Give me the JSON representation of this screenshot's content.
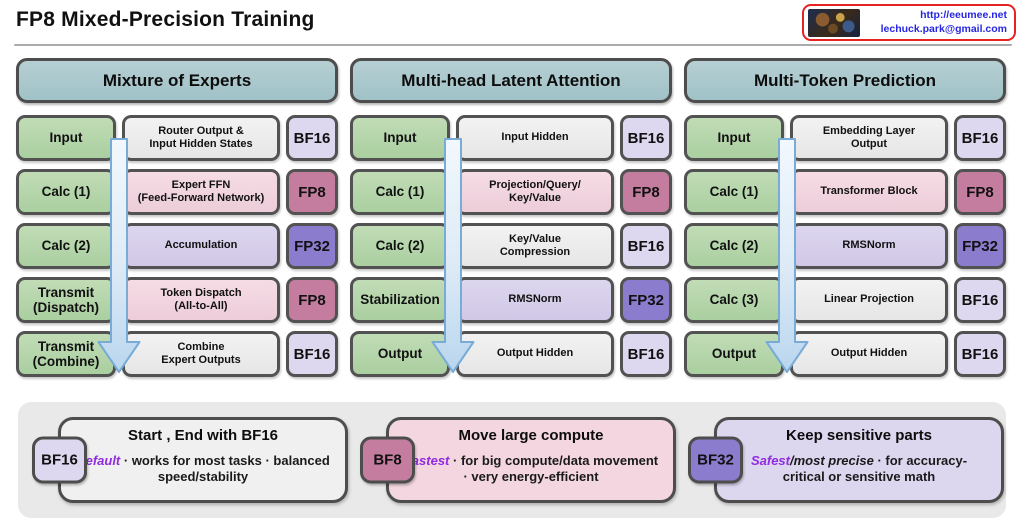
{
  "page_title": "FP8 Mixed-Precision Training",
  "logo": {
    "url_text": "http://eeumee.net",
    "email_text": "lechuck.park@gmail.com"
  },
  "colors": {
    "header_teal": "#a8c6ca",
    "label_green": "#b4d5a9",
    "desc_gray": "#ededed",
    "desc_pink": "#f2d5df",
    "desc_lavender": "#d7d0ea",
    "chip_bf16": "#ded7f0",
    "chip_fp8": "#c47d9e",
    "chip_fp32": "#8b7cce",
    "highlight_purple": "#8f2be0",
    "arrow_blue": "#78abd6",
    "logo_border_red": "#e62222",
    "logo_text_blue": "#2626e0"
  },
  "columns": [
    {
      "header": "Mixture of Experts",
      "rows": [
        {
          "label": "Input",
          "desc": "Router Output &\nInput Hidden States",
          "format": "BF16"
        },
        {
          "label": "Calc (1)",
          "desc": "Expert FFN\n(Feed-Forward Network)",
          "format": "FP8"
        },
        {
          "label": "Calc (2)",
          "desc": "Accumulation",
          "format": "FP32"
        },
        {
          "label": "Transmit\n(Dispatch)",
          "desc": "Token Dispatch\n(All-to-All)",
          "format": "FP8"
        },
        {
          "label": "Transmit\n(Combine)",
          "desc": "Combine\nExpert Outputs",
          "format": "BF16"
        }
      ]
    },
    {
      "header": "Multi-head Latent Attention",
      "rows": [
        {
          "label": "Input",
          "desc": "Input Hidden",
          "format": "BF16"
        },
        {
          "label": "Calc (1)",
          "desc": "Projection/Query/\nKey/Value",
          "format": "FP8"
        },
        {
          "label": "Calc (2)",
          "desc": "Key/Value\nCompression",
          "format": "BF16"
        },
        {
          "label": "Stabilization",
          "desc": "RMSNorm",
          "format": "FP32"
        },
        {
          "label": "Output",
          "desc": "Output Hidden",
          "format": "BF16"
        }
      ]
    },
    {
      "header": "Multi-Token Prediction",
      "rows": [
        {
          "label": "Input",
          "desc": "Embedding Layer\nOutput",
          "format": "BF16"
        },
        {
          "label": "Calc (1)",
          "desc": "Transformer Block",
          "format": "FP8"
        },
        {
          "label": "Calc (2)",
          "desc": "RMSNorm",
          "format": "FP32"
        },
        {
          "label": "Calc (3)",
          "desc": "Linear Projection",
          "format": "BF16"
        },
        {
          "label": "Output",
          "desc": "Output Hidden",
          "format": "BF16"
        }
      ]
    }
  ],
  "legend": {
    "cards": [
      {
        "badge": "BF16",
        "theme": "bf16",
        "title": "Start , End with BF16",
        "highlight": "Default",
        "italic_part": "",
        "rest": " · works for most tasks · balanced speed/stability"
      },
      {
        "badge": "BF8",
        "theme": "fp8",
        "title": "Move large compute",
        "highlight": "Fastest",
        "italic_part": "",
        "rest": " · for big compute/data movement · very energy-efficient"
      },
      {
        "badge": "BF32",
        "theme": "fp32",
        "title": "Keep sensitive parts",
        "highlight": "Safest",
        "italic_part": "/most precise",
        "rest": " · for accuracy-critical or sensitive math"
      }
    ]
  }
}
